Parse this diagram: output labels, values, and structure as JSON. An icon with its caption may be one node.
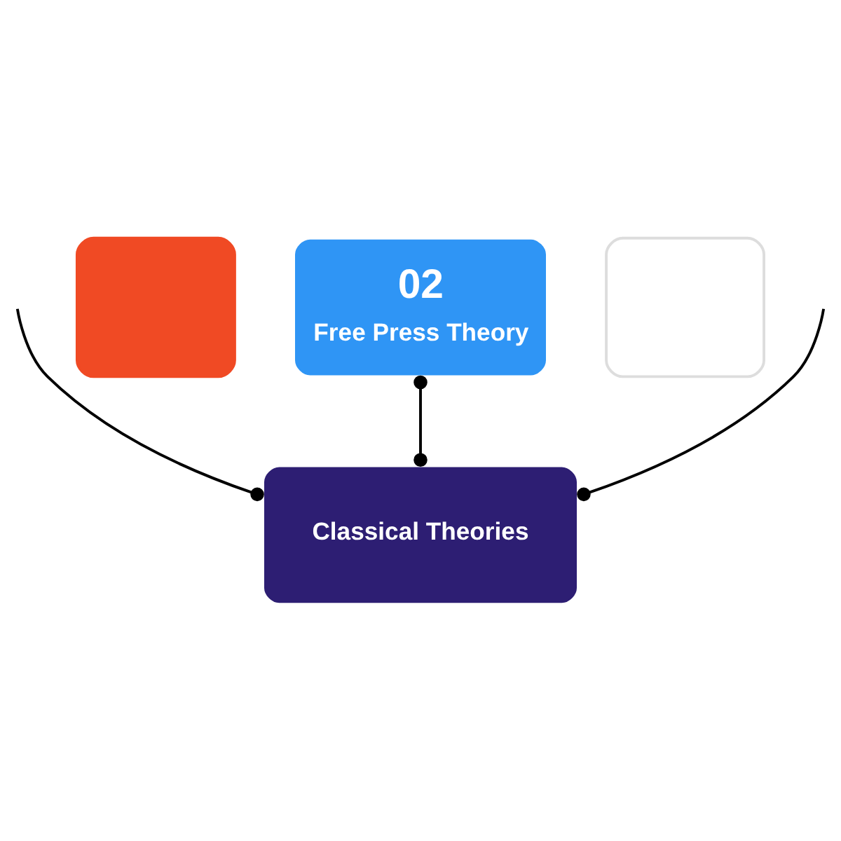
{
  "diagram": {
    "nodes": [
      {
        "text": [],
        "shape": "box"
      },
      {
        "text": [
          "02",
          "Free Press Theory"
        ]
      },
      {
        "text": [],
        "shape": "box"
      },
      {
        "text": [
          "Classical Theories"
        ]
      }
    ],
    "edges": [
      {
        "from": null,
        "to": 3,
        "arrow": "other"
      },
      {
        "from": 1,
        "to": 3,
        "arrow": "other"
      },
      {
        "from": null,
        "to": 3,
        "arrow": "other"
      }
    ]
  }
}
